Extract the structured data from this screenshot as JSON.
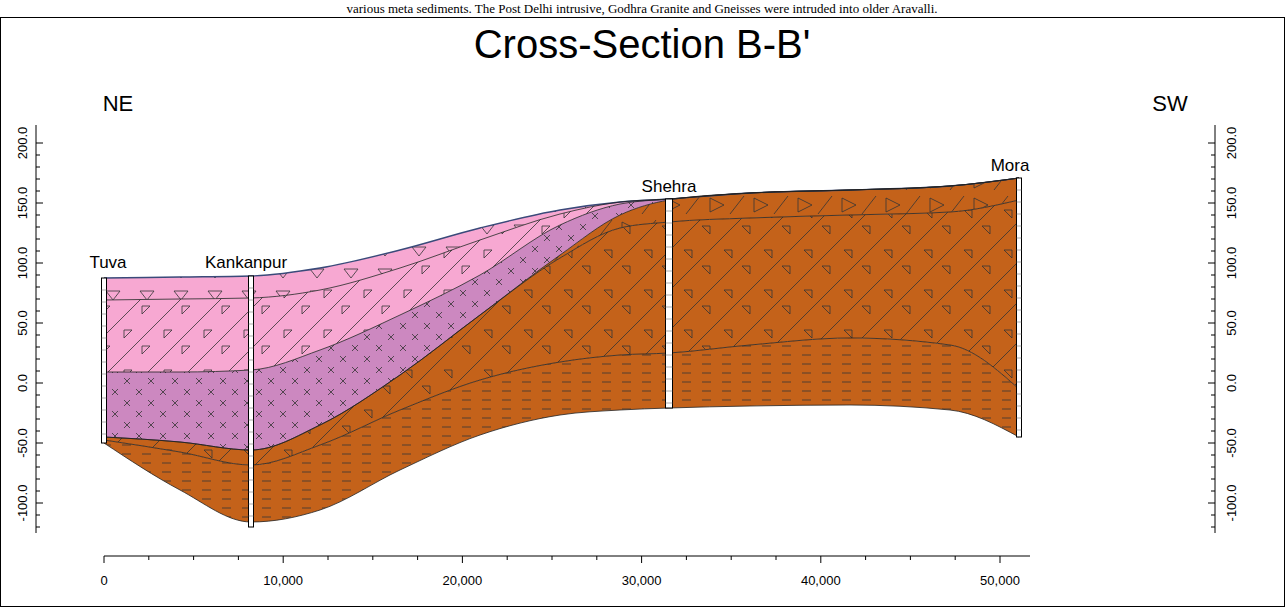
{
  "diagram": {
    "title": "Cross-Section B-B'",
    "labels": [
      "various meta sediments. The Post Delhi intrusive, Godhra Granite and Gneisses were intruded into older Aravalli.",
      "NE",
      "SW",
      "Tuva",
      "Kankanpur",
      "Shehra",
      "Mora",
      "200.0",
      "150.0",
      "100.0",
      "50.0",
      "0.0",
      "-50.0",
      "-100.0",
      "200.0",
      "150.0",
      "100.0",
      "50.0",
      "0.0",
      "-50.0",
      "-100.0",
      "0",
      "10,000",
      "20,000",
      "30,000",
      "40,000",
      "50,000"
    ]
  }
}
